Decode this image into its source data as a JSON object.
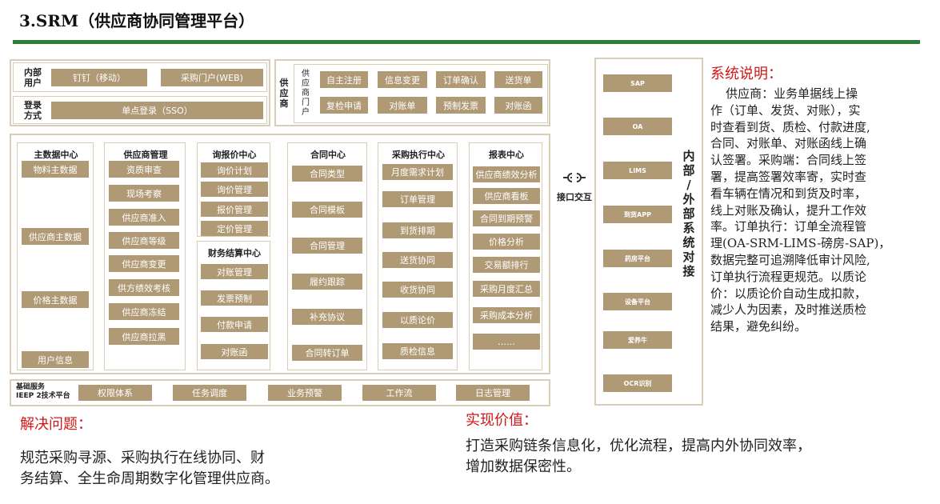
{
  "title": "3.SRM（供应商协同管理平台）",
  "top_left": {
    "user_label": "内部\n用户",
    "user_items": [
      "钉钉（移动）",
      "采购门户(WEB)"
    ],
    "login_label": "登录\n方式",
    "login_item": "单点登录（SSO）"
  },
  "supplier_portal": {
    "outer_label": "供\n应\n商",
    "inner_label": "供\n应\n商\n门\n户",
    "items": [
      "自主注册",
      "信息变更",
      "订单确认",
      "送货单",
      "复检申请",
      "对账单",
      "预制发票",
      "对账函"
    ]
  },
  "modules": [
    {
      "title": "主数据中心",
      "items": [
        "物料主数据",
        "供应商主数据",
        "价格主数据",
        "用户信息"
      ]
    },
    {
      "title": "供应商管理",
      "items": [
        "资质审查",
        "现场考察",
        "供应商准入",
        "供应商等级",
        "供应商变更",
        "供方绩效考核",
        "供应商冻结",
        "供应商拉黑"
      ]
    },
    {
      "title": "询报价中心",
      "items": [
        "询价计划",
        "询价管理",
        "报价管理",
        "定价管理"
      ]
    },
    {
      "title": "财务结算中心",
      "items": [
        "对账管理",
        "发票预制",
        "付款申请",
        "对账函"
      ]
    },
    {
      "title": "合同中心",
      "items": [
        "合同类型",
        "合同模板",
        "合同管理",
        "履约跟踪",
        "补充协议",
        "合同转订单"
      ]
    },
    {
      "title": "采购执行中心",
      "items": [
        "月度需求计划",
        "订单管理",
        "到货排期",
        "送货协同",
        "收货协同",
        "以质论价",
        "质检信息"
      ]
    },
    {
      "title": "报表中心",
      "items": [
        "供应商绩效分析",
        "供应商看板",
        "合同到期预警",
        "价格分析",
        "交易额排行",
        "采购月度汇总",
        "采购成本分析",
        "……"
      ]
    }
  ],
  "base_services": {
    "label": "基础服务\nIEEP 2技术平台",
    "items": [
      "权限体系",
      "任务调度",
      "业务预警",
      "工作流",
      "日志管理"
    ]
  },
  "interface": {
    "icon": "link-icon",
    "label": "接口交互"
  },
  "external_systems": {
    "items": [
      "SAP",
      "OA",
      "LIMS",
      "到货APP",
      "药房平台",
      "设备平台",
      "爱养牛",
      "OCR识别"
    ],
    "label": "内\n部\n/\n外\n部\n系\n统\n对\n接"
  },
  "system_desc": {
    "heading": "系统说明：",
    "lines": [
      "    供应商：业务单据线上操",
      "作（订单、发货、对账），实",
      "时查看到货、质检、付款进度,",
      "合同、对账单、对账函线上确",
      "认签署。采购端：合同线上签",
      "署，提高签署效率寄，实时查",
      "看车辆在情况和到货及时率，",
      "线上对账及确认，提升工作效",
      "率。订单执行：订单全流程管",
      "理(OA-SRM-LIMS-磅房-SAP)，",
      "数据完整可追溯降低审计风险,",
      "订单执行流程更规范。以质论",
      "价：以质论价自动生成扣款，",
      "减少人为因素，及时推送质检",
      "结果，避免纠纷。"
    ]
  },
  "problem": {
    "heading": "解决问题：",
    "lines": [
      "规范采购寻源、采购执行在线协同、财",
      "务结算、全生命周期数字化管理供应商。"
    ]
  },
  "value": {
    "heading": "实现价值：",
    "lines": [
      "打造采购链条信息化，优化流程，提高内外协同效率，",
      "增加数据保密性。"
    ]
  },
  "colors": {
    "button": "#b09a75",
    "border": "#d8cdb6",
    "accent_red": "#d01818",
    "title_bar": "#2e7d3a"
  }
}
